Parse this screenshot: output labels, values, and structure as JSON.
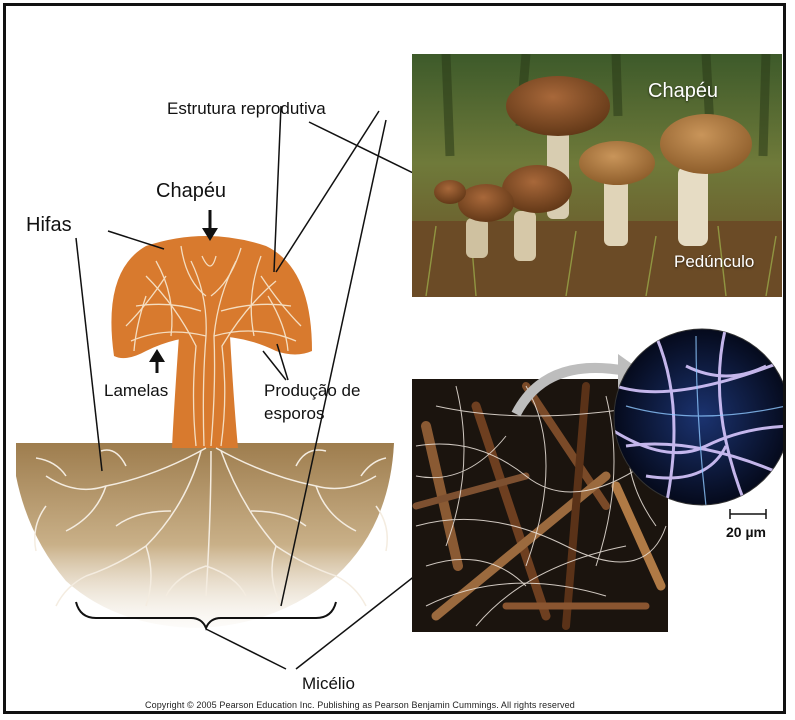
{
  "labels": {
    "hifas": "Hifas",
    "chapeu_diagram": "Chapéu",
    "estrutura": "Estrutura reprodutiva",
    "lamelas": "Lamelas",
    "producao_line1": "Produção de",
    "producao_line2": "esporos",
    "chapeu_photo": "Chapéu",
    "pedunculo": "Pedúnculo",
    "micelio": "Micélio",
    "scale": "20 µm"
  },
  "copyright": "Copyright © 2005 Pearson Education Inc. Publishing as Pearson Benjamin Cummings. All rights reserved",
  "colors": {
    "mushroom": "#d87a2e",
    "soil_top": "#a8865a",
    "soil_bottom": "#ece3d4",
    "hyphae": "#f4ece0",
    "micro_bg": "#0b1630"
  }
}
